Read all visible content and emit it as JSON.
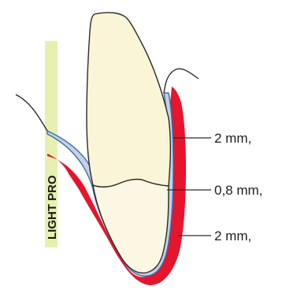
{
  "diagram": {
    "vertical_label": "LIGHT PRO",
    "callouts": [
      {
        "text": "2 mm,"
      },
      {
        "text": "0,8 mm,"
      },
      {
        "text": "2 mm,"
      }
    ]
  },
  "colors": {
    "gingiva": "#e4152c",
    "ligament": "#c5d1e6",
    "ligament_line": "#3d6bb0",
    "crown": "#faf5d6",
    "root": "#fbf7e2",
    "outline": "#2b2b2b",
    "light_bar": "#e8f0b0"
  }
}
